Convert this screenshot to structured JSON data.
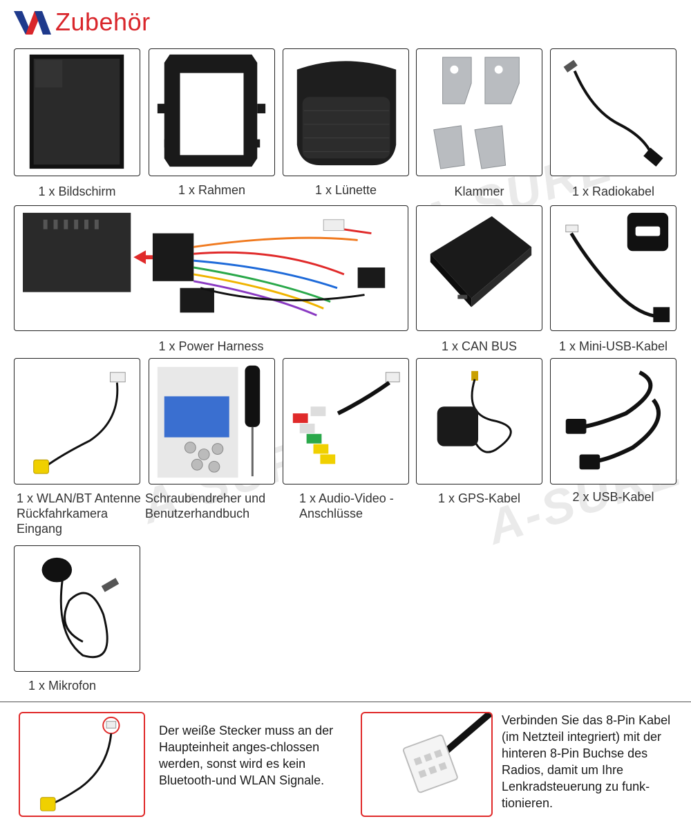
{
  "header": {
    "title": "Zubehör",
    "logo_icon": "brand-logo-icon"
  },
  "colors": {
    "title_red": "#d9262b",
    "logo_blue": "#1f3a8c",
    "frame_red": "#e02a2a"
  },
  "items": [
    {
      "caption": "1 x Bildschirm",
      "icon": "screen-icon"
    },
    {
      "caption": "1 x Rahmen",
      "icon": "frame-icon"
    },
    {
      "caption": "1 x Lünette",
      "icon": "bezel-icon"
    },
    {
      "caption": "Klammer",
      "icon": "bracket-icon"
    },
    {
      "caption": "1 x Radiokabel",
      "icon": "radio-cable-icon"
    },
    {
      "caption": "1 x Power Harness",
      "icon": "power-harness-icon"
    },
    {
      "caption": "1 x CAN BUS",
      "icon": "canbus-icon"
    },
    {
      "caption": "1 x Mini-USB-Kabel",
      "icon": "mini-usb-cable-icon"
    },
    {
      "caption": "1 x WLAN/BT Antenne Rückfahrkamera Eingang",
      "icon": "antenna-cable-icon"
    },
    {
      "caption": "Schraubendreher und Benutzerhandbuch",
      "icon": "screwdriver-manual-icon"
    },
    {
      "caption": "1 x Audio-Video -Anschlüsse",
      "icon": "av-cable-icon"
    },
    {
      "caption": "1 x GPS-Kabel",
      "icon": "gps-cable-icon"
    },
    {
      "caption": "2 x USB-Kabel",
      "icon": "usb-cable-icon"
    },
    {
      "caption": "1 x Mikrofon",
      "icon": "microphone-icon"
    }
  ],
  "notes": {
    "white_plug": "Der weiße Stecker muss an der Haupteinheit anges-chlossen werden, sonst wird es kein Bluetooth-und WLAN Signale.",
    "eight_pin": "Verbinden Sie das 8-Pin Kabel (im Netzteil integriert) mit der hinteren 8-Pin Buchse des Radios, damit um Ihre Lenkradsteuerung zu funk-tionieren."
  },
  "watermark": "A-SURE"
}
